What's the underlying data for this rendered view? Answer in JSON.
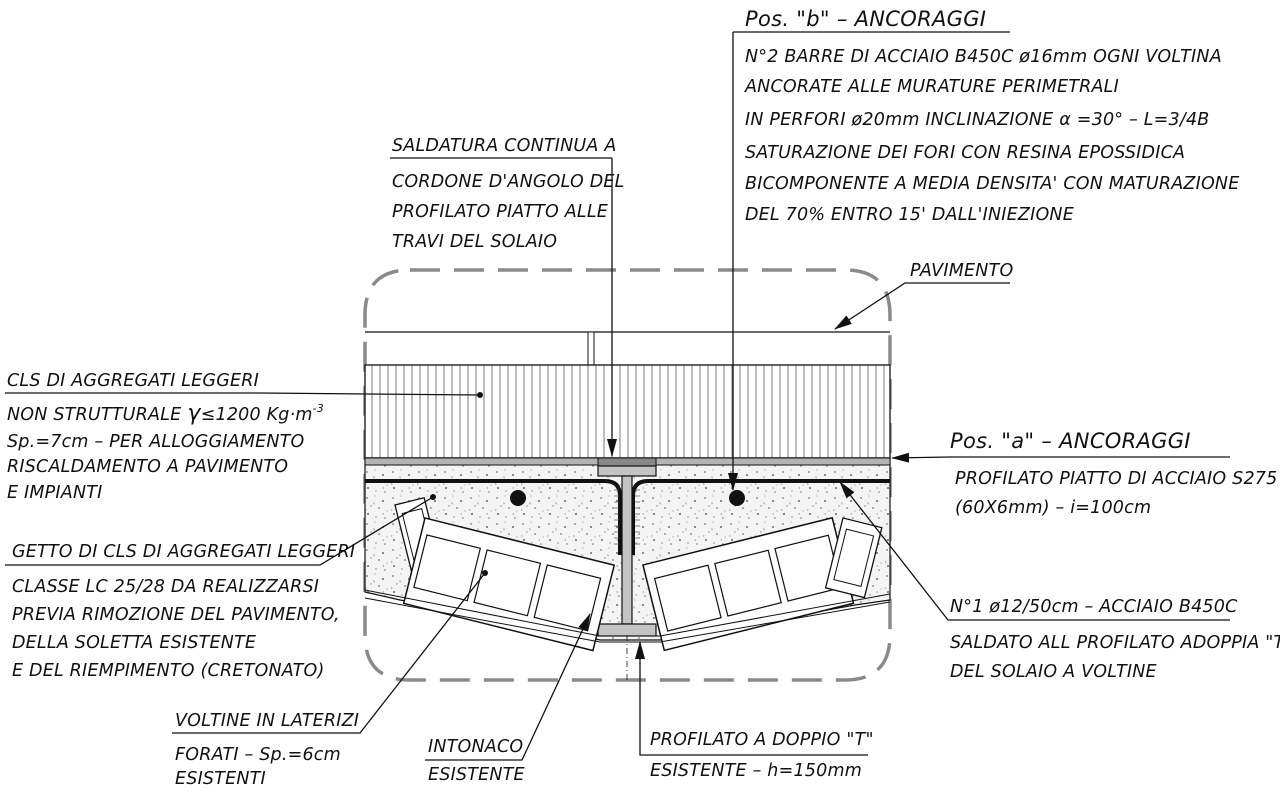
{
  "labels": {
    "pos_b_title": "Pos. \"b\" – ANCORAGGI",
    "pos_b_lines": [
      "N°2 BARRE DI ACCIAIO B450C ø16mm OGNI VOLTINA",
      "ANCORATE ALLE MURATURE PERIMETRALI",
      "IN PERFORI ø20mm INCLINAZIONE",
      "α =30° – L=3/4B",
      "SATURAZIONE DEI FORI CON RESINA EPOSSIDICA",
      "BICOMPONENTE A MEDIA DENSITA' CON MATURAZIONE",
      "DEL 70% ENTRO 15' DALL'INIEZIONE"
    ],
    "saldatura_header": "SALDATURA CONTINUA A",
    "saldatura_lines": [
      "CORDONE D'ANGOLO DEL",
      "PROFILATO PIATTO ALLE",
      "TRAVI DEL SOLAIO"
    ],
    "pavimento": "PAVIMENTO",
    "cls_header": "CLS DI AGGREGATI LEGGERI",
    "cls_line1_prefix": "NON STRUTTURALE",
    "cls_line1_gamma": "γ",
    "cls_line1_value": "≤1200 Kg·m",
    "cls_line1_exp": "-3",
    "cls_lines": [
      "Sp.=7cm – PER ALLOGGIAMENTO",
      "RISCALDAMENTO A PAVIMENTO",
      "E IMPIANTI"
    ],
    "pos_a_title": "Pos. \"a\" – ANCORAGGI",
    "pos_a_lines": [
      "PROFILATO PIATTO DI ACCIAIO S275",
      "(60X6mm) – i=100cm"
    ],
    "getto_header": "GETTO DI CLS DI AGGREGATI LEGGERI",
    "getto_lines": [
      "CLASSE LC 25/28 DA REALIZZARSI",
      "PREVIA RIMOZIONE DEL PAVIMENTO,",
      "DELLA SOLETTA ESISTENTE",
      "E DEL RIEMPIMENTO (CRETONATO)"
    ],
    "n1_header": "N°1 ø12/50cm – ACCIAIO B450C",
    "n1_lines": [
      "SALDATO ALL PROFILATO ADOPPIA \"T\"",
      "DEL SOLAIO A VOLTINE"
    ],
    "voltine_header": "VOLTINE IN LATERIZI",
    "voltine_lines": [
      "FORATI – Sp.=6cm",
      "ESISTENTI"
    ],
    "intonaco_header": "INTONACO",
    "intonaco_line": "ESISTENTE",
    "profilato_header": "PROFILATO A DOPPIO \"T\"",
    "profilato_line": "ESISTENTE – h=150mm"
  }
}
